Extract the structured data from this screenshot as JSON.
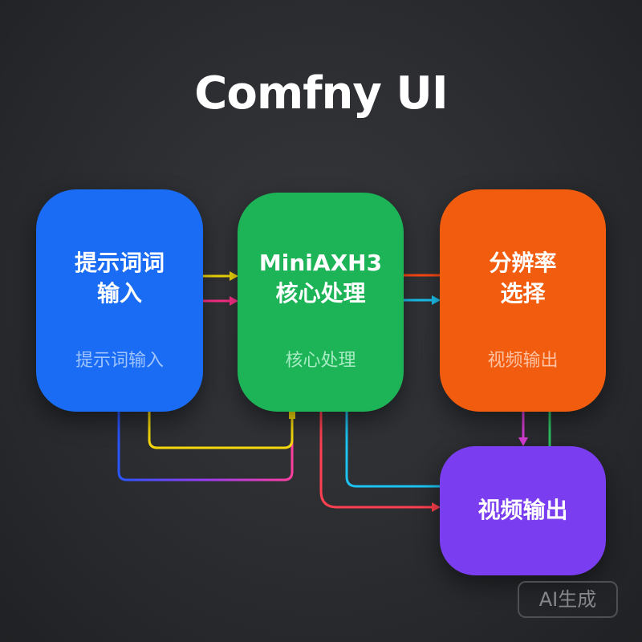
{
  "title": "Comfny UI",
  "nodes": [
    {
      "title_lines": [
        "提示词词",
        "输入"
      ],
      "subtitle": "提示词输入",
      "color": "#1a6cf4",
      "subtitle_color": "#9fc4ff"
    },
    {
      "title_lines": [
        "MiniAXH3",
        "核心处理"
      ],
      "subtitle": "核心处理",
      "color": "#1db357",
      "subtitle_color": "#a6ebc2"
    },
    {
      "title_lines": [
        "分辨率",
        "选择"
      ],
      "subtitle": "视频输出",
      "color": "#f25c0f",
      "subtitle_color": "#ffc3a3"
    },
    {
      "title_lines": [
        "视频输出"
      ],
      "color": "#7a3ef0"
    }
  ],
  "connector_colors": {
    "yellow": "#f5d90a",
    "pink": "#ff2f8a",
    "orange": "#ff4a14",
    "cyan": "#1cc3f2",
    "blue": "#2a55ff",
    "violet": "#9a3cf0",
    "magenta": "#ff3fa0",
    "red": "#ff4050",
    "purple_arrow": "#d93ed6",
    "green": "#2ec463"
  },
  "badge": "AI生成"
}
